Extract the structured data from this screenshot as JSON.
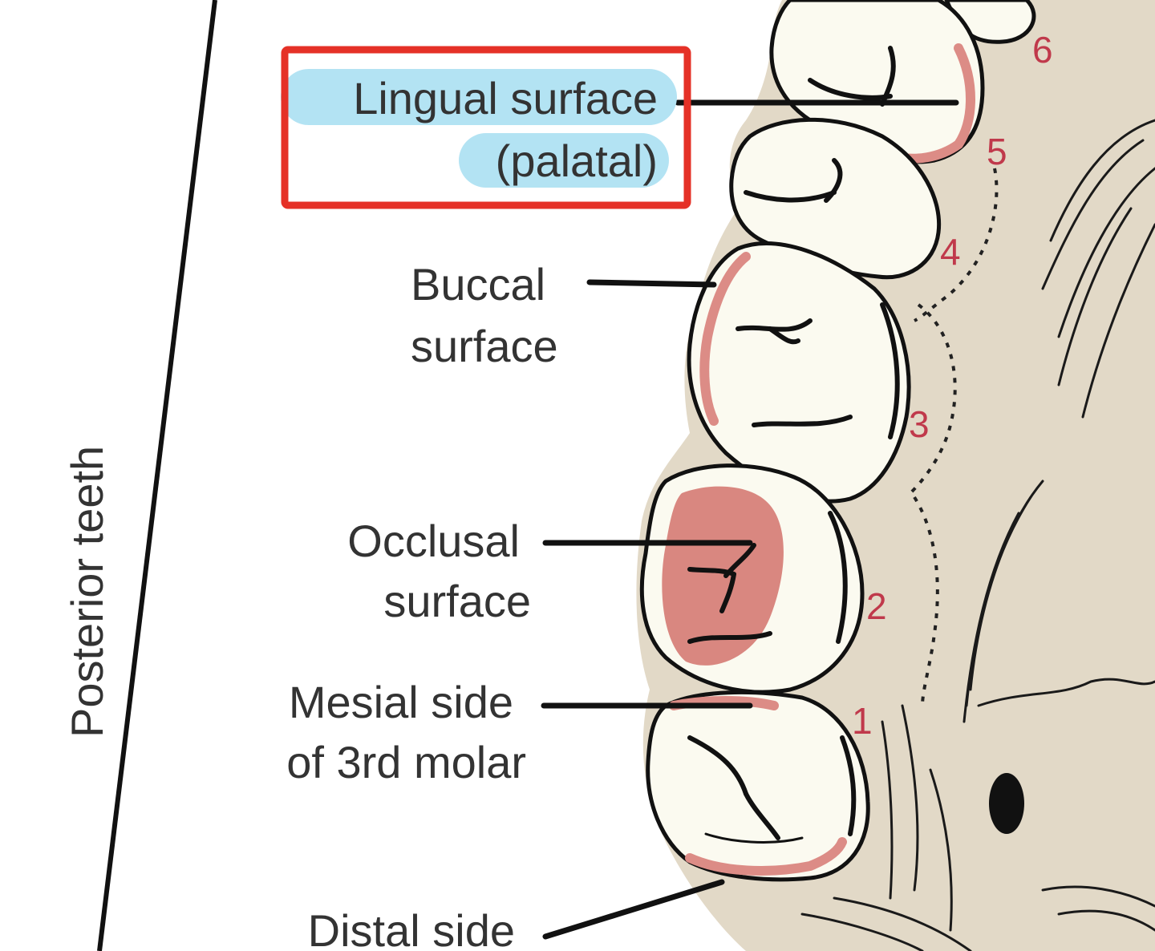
{
  "labels": {
    "posterior_teeth": "Posterior teeth",
    "lingual_line1": "Lingual surface",
    "lingual_line2": "(palatal)",
    "buccal_line1": "Buccal",
    "buccal_line2": "surface",
    "occlusal_line1": "Occlusal",
    "occlusal_line2": "surface",
    "mesial_line1": "Mesial side",
    "mesial_line2": "of 3rd molar",
    "distal_line1": "Distal side"
  },
  "tooth_numbers": [
    "1",
    "2",
    "3",
    "4",
    "5",
    "6"
  ],
  "colors": {
    "highlight_box": "#e53127",
    "text_highlight": "#b3e3f3",
    "palate_background": "#e2d9c7",
    "tooth_fill": "#fbfaf0",
    "surface_pink": "#d98780",
    "tooth_number": "#c0394b"
  }
}
